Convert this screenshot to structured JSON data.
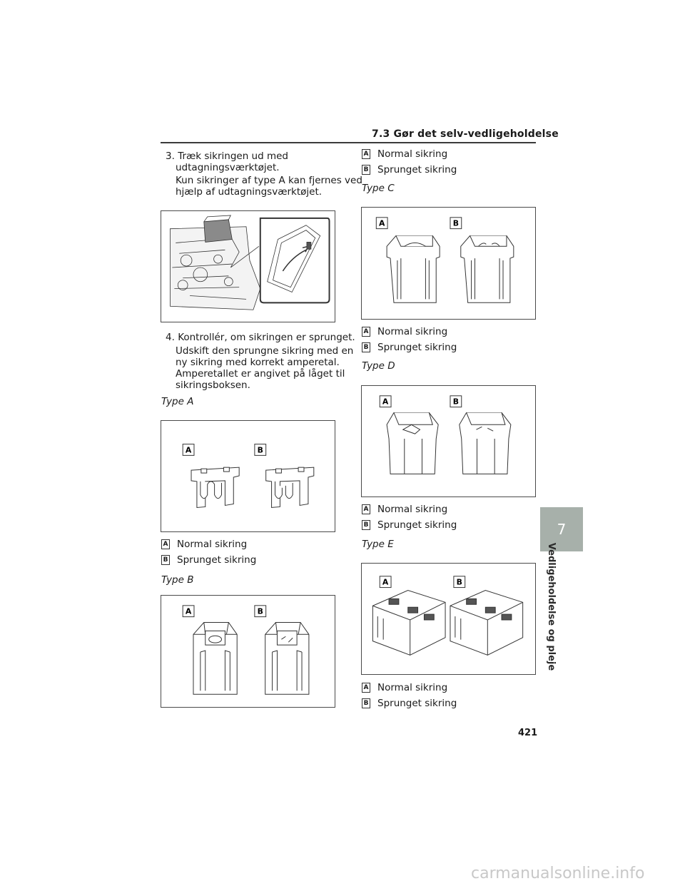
{
  "header": {
    "title": "7.3  Gør det selv-vedligeholdelse"
  },
  "left": {
    "step3": {
      "number": "3.",
      "line1": "Træk sikringen ud med",
      "line2": "udtagningsværktøjet.",
      "note1": "Kun sikringer af type A kan fjernes ved",
      "note2": "hjælp af udtagningsværktøjet."
    },
    "step4": {
      "number": "4.",
      "line1": "Kontrollér, om sikringen er sprunget.",
      "note1": "Udskift den sprungne sikring med en",
      "note2": "ny sikring med korrekt amperetal.",
      "note3": "Amperetallet er angivet på låget til",
      "note4": "sikringsboksen."
    },
    "type_a_label": "Type A",
    "type_b_label": "Type B",
    "legend_a": {
      "badge": "A",
      "text": "Normal sikring"
    },
    "legend_b": {
      "badge": "B",
      "text": "Sprunget sikring"
    }
  },
  "right": {
    "legend_a": {
      "badge": "A",
      "text": "Normal sikring"
    },
    "legend_b": {
      "badge": "B",
      "text": "Sprunget sikring"
    },
    "type_c_label": "Type C",
    "type_d_label": "Type D",
    "type_e_label": "Type E"
  },
  "figures": {
    "label_a": "A",
    "label_b": "B"
  },
  "chapter": {
    "number": "7",
    "title": "Vedligeholdelse og pleje",
    "tab_color": "#a7b0aa"
  },
  "page_number": "421",
  "watermark": "carmanualsonline.info"
}
